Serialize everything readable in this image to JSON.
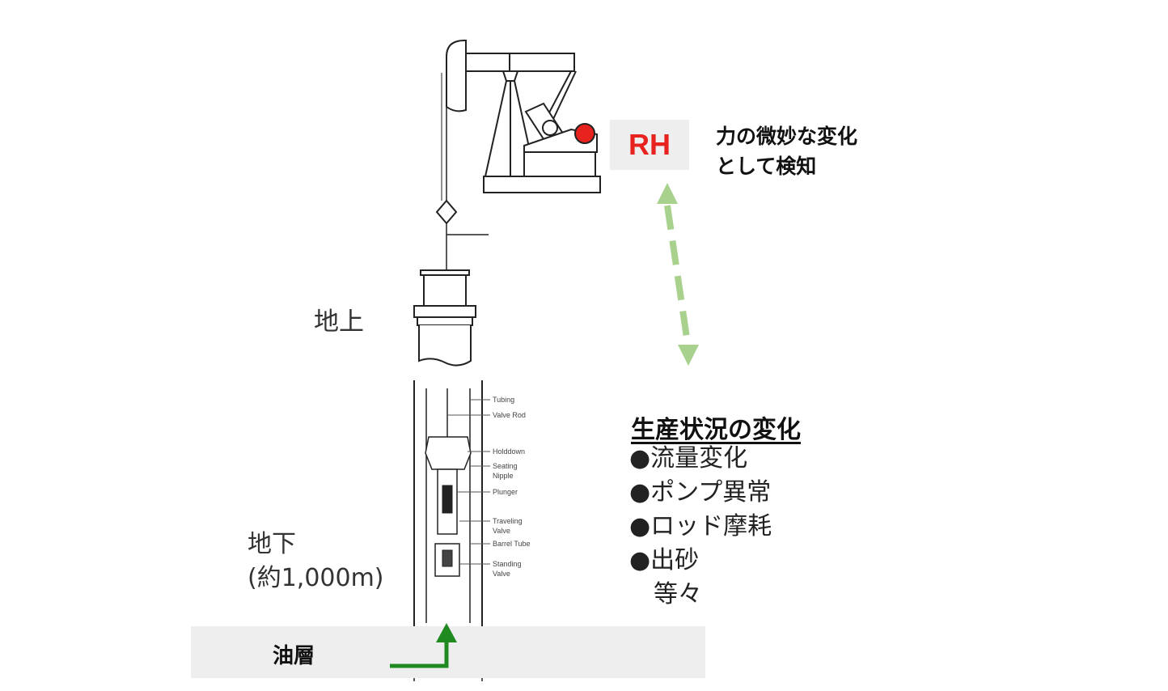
{
  "labels": {
    "ground": "地上",
    "underground_line1": "地下",
    "underground_line2": "(約1,000m)",
    "oil_layer": "油層"
  },
  "sensor": {
    "tag": "RH",
    "tag_color": "#e8231f",
    "description_line1": "力の微妙な変化",
    "description_line2": "として検知"
  },
  "production": {
    "title": "生産状況の変化",
    "items": [
      "●流量変化",
      "●ポンプ異常",
      "●ロッド摩耗",
      "●出砂",
      "　等々"
    ]
  },
  "pump_parts": [
    "Tubing",
    "Valve Rod",
    "Holddown",
    "Seating",
    "Nipple",
    "Plunger",
    "Traveling",
    "Valve",
    "Barrel Tube",
    "Standing",
    "Valve"
  ],
  "colors": {
    "flow_arrow": "#1f8a1f",
    "sensor_arrow": "#a9d18e",
    "band": "#eeeeee"
  }
}
